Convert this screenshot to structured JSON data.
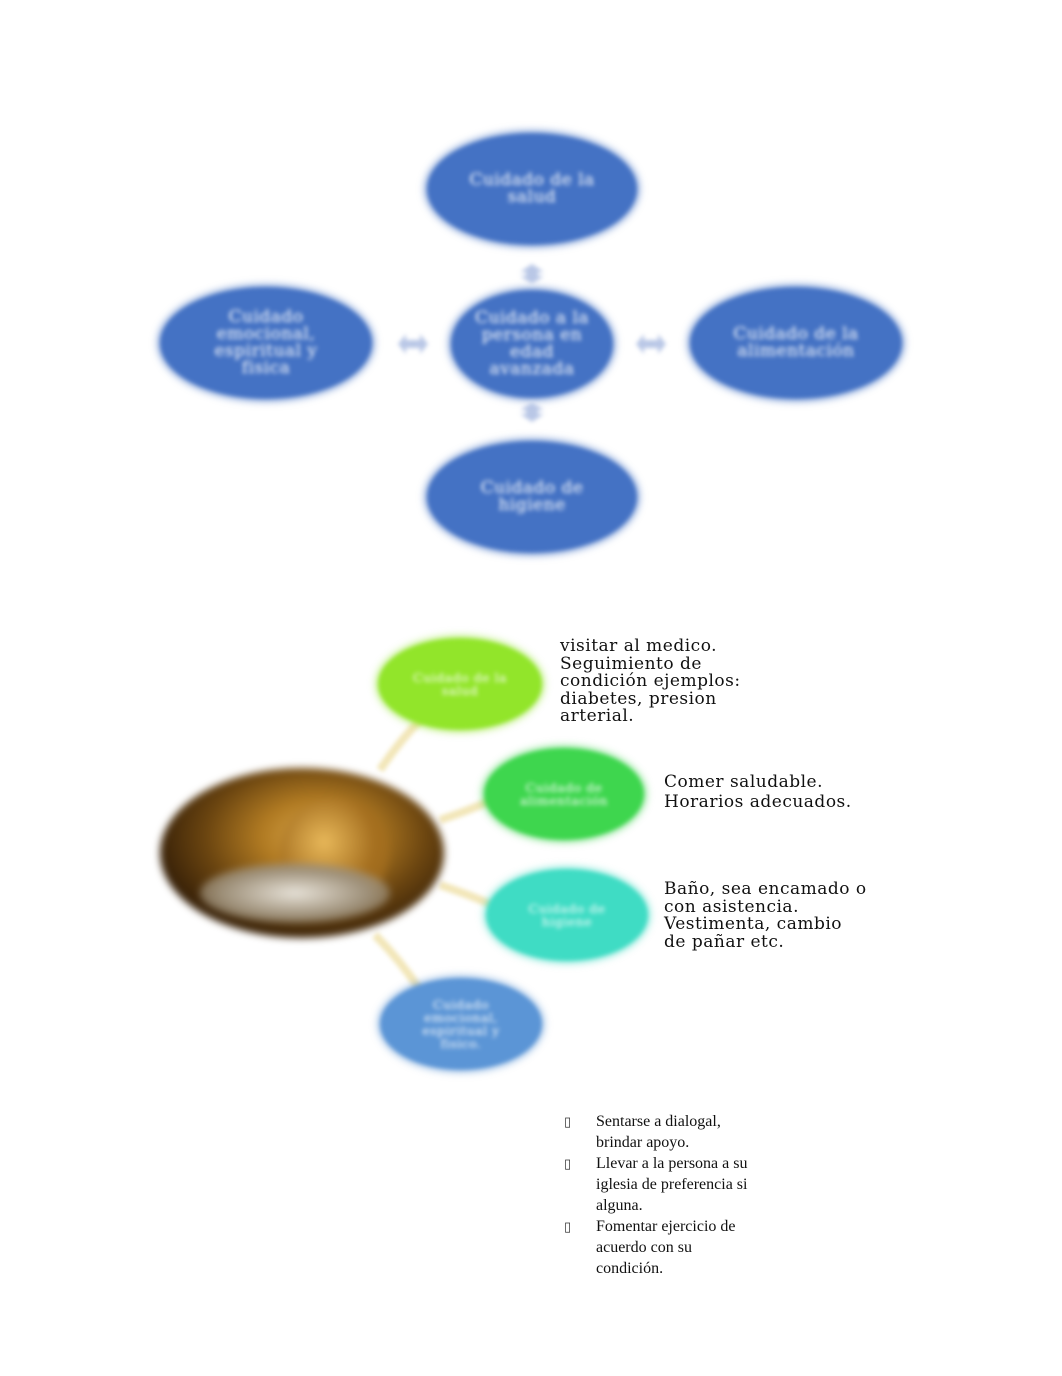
{
  "diagram1": {
    "center": "Cuidado a la persona en edad avanzada",
    "top": "Cuidado de la salud",
    "left": "Cuidado emocional, espiritual y fisica",
    "right": "Cuidado de la alimentación",
    "bottom": "Cuidado de higiene",
    "node_color": "#4472c4"
  },
  "diagram2": {
    "nodes": [
      {
        "label": "Cuidado de la salud",
        "color": "#92e52a",
        "text": "visitar al medico.\nSeguimiento de\ncondición ejemplos:\ndiabetes, presion\narterial."
      },
      {
        "label": "Cuidado de alimentación",
        "color": "#3ed64e",
        "text": "Comer saludable.\nHorarios adecuados."
      },
      {
        "label": "Cuidado de higiene",
        "color": "#3fdcc4",
        "text": "Baño, sea encamado o\ncon asistencia.\nVestimenta, cambio\nde pañar etc."
      },
      {
        "label": "Cuidado emocional, espiritual y fisico.",
        "color": "#5b95d6",
        "text": ""
      }
    ],
    "connector_color": "#f2e6b8",
    "photo": "elderly-person-photo"
  },
  "bullets": {
    "items": [
      "Sentarse a dialogal, brindar apoyo.",
      "Llevar a la persona a su iglesia de preferencia si alguna.",
      "Fomentar ejercicio de acuerdo con su condición."
    ]
  }
}
